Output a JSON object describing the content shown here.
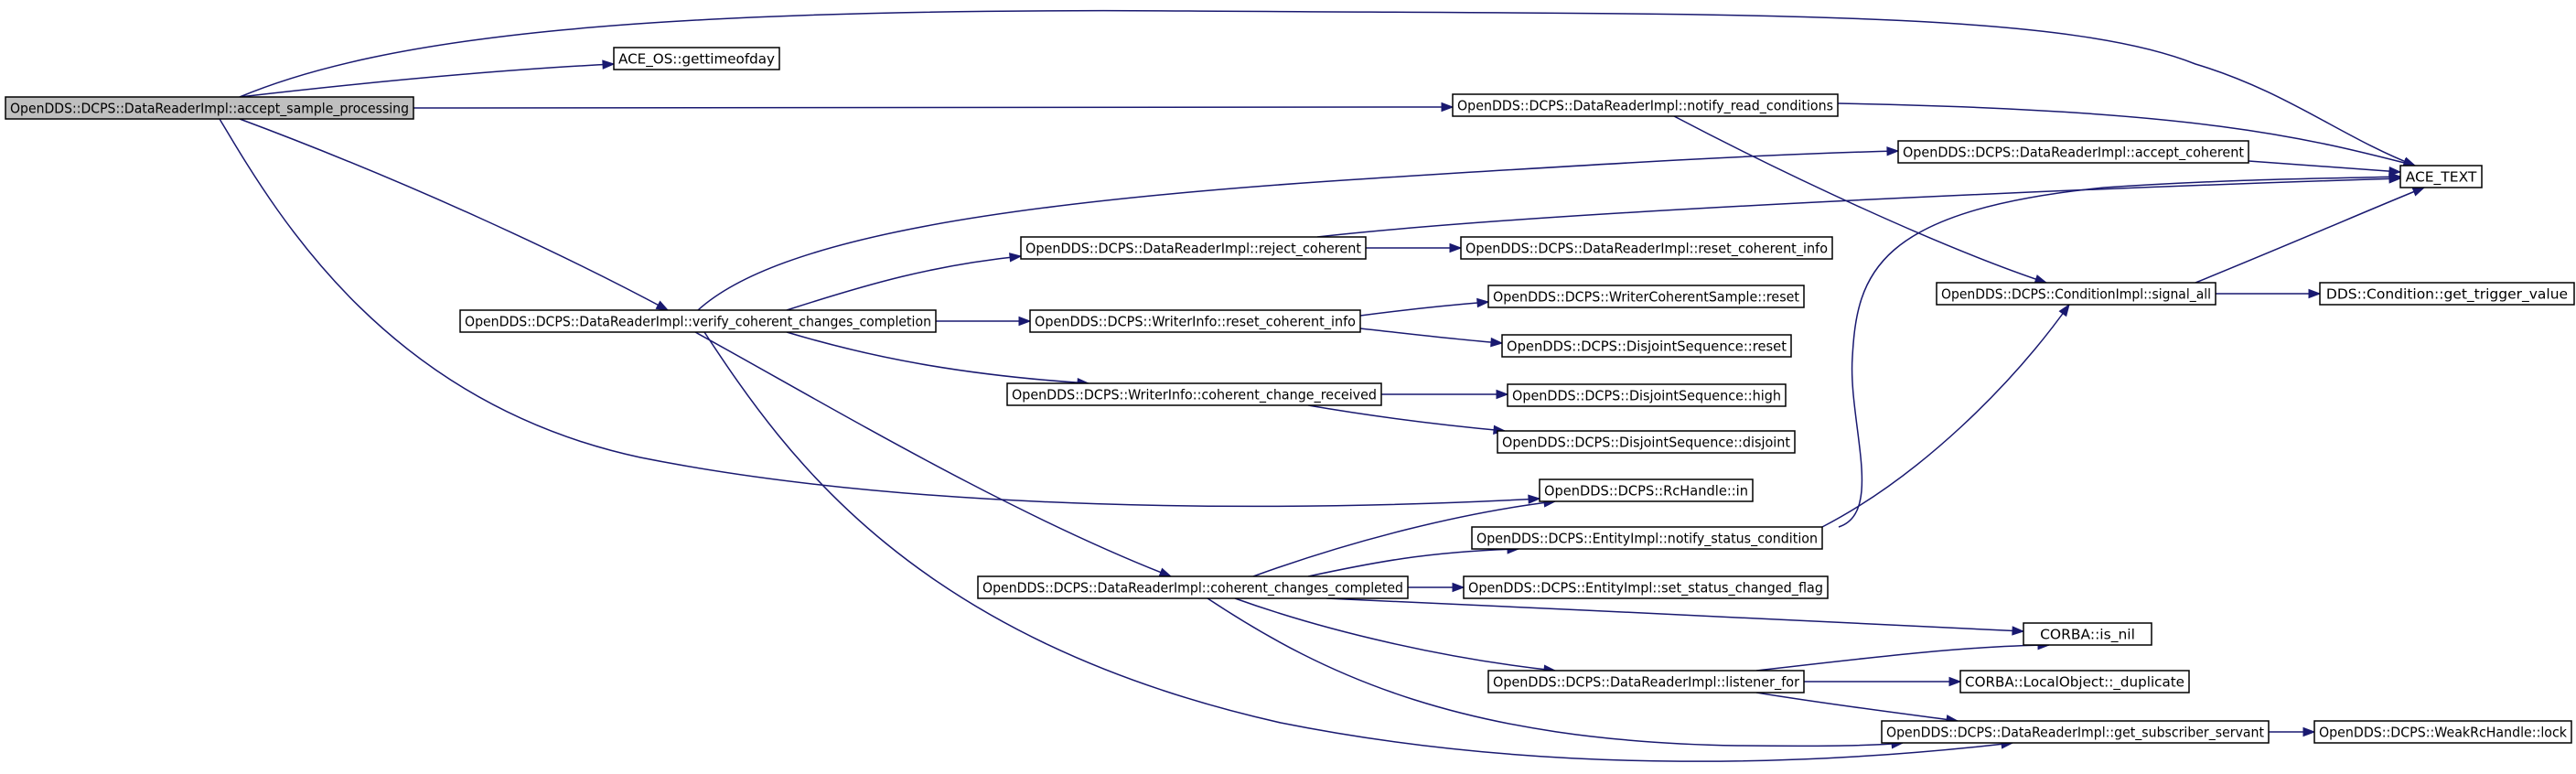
{
  "diagram": {
    "type": "call-graph",
    "edge_color": "#191970",
    "root_fill": "#bfbfbf",
    "nodes": [
      {
        "id": "accept_sample_processing",
        "label": "OpenDDS::DCPS::DataReaderImpl::accept_sample_processing",
        "root": true
      },
      {
        "id": "gettimeofday",
        "label": "ACE_OS::gettimeofday"
      },
      {
        "id": "notify_read_conditions",
        "label": "OpenDDS::DCPS::DataReaderImpl::notify_read_conditions"
      },
      {
        "id": "accept_coherent",
        "label": "OpenDDS::DCPS::DataReaderImpl::accept_coherent"
      },
      {
        "id": "ace_text",
        "label": "ACE_TEXT"
      },
      {
        "id": "reject_coherent",
        "label": "OpenDDS::DCPS::DataReaderImpl::reject_coherent"
      },
      {
        "id": "reset_coherent_info_dr",
        "label": "OpenDDS::DCPS::DataReaderImpl::reset_coherent_info"
      },
      {
        "id": "signal_all",
        "label": "OpenDDS::DCPS::ConditionImpl::signal_all"
      },
      {
        "id": "get_trigger_value",
        "label": "DDS::Condition::get_trigger_value"
      },
      {
        "id": "verify_coherent",
        "label": "OpenDDS::DCPS::DataReaderImpl::verify_coherent_changes_completion"
      },
      {
        "id": "reset_coherent_info_wi",
        "label": "OpenDDS::DCPS::WriterInfo::reset_coherent_info"
      },
      {
        "id": "wcs_reset",
        "label": "OpenDDS::DCPS::WriterCoherentSample::reset"
      },
      {
        "id": "ds_reset",
        "label": "OpenDDS::DCPS::DisjointSequence::reset"
      },
      {
        "id": "coherent_change_received",
        "label": "OpenDDS::DCPS::WriterInfo::coherent_change_received"
      },
      {
        "id": "ds_high",
        "label": "OpenDDS::DCPS::DisjointSequence::high"
      },
      {
        "id": "ds_disjoint",
        "label": "OpenDDS::DCPS::DisjointSequence::disjoint"
      },
      {
        "id": "rchandle_in",
        "label": "OpenDDS::DCPS::RcHandle::in"
      },
      {
        "id": "notify_status_condition",
        "label": "OpenDDS::DCPS::EntityImpl::notify_status_condition"
      },
      {
        "id": "coherent_changes_completed",
        "label": "OpenDDS::DCPS::DataReaderImpl::coherent_changes_completed"
      },
      {
        "id": "set_status_changed_flag",
        "label": "OpenDDS::DCPS::EntityImpl::set_status_changed_flag"
      },
      {
        "id": "is_nil",
        "label": "CORBA::is_nil"
      },
      {
        "id": "listener_for",
        "label": "OpenDDS::DCPS::DataReaderImpl::listener_for"
      },
      {
        "id": "duplicate",
        "label": "CORBA::LocalObject::_duplicate"
      },
      {
        "id": "get_subscriber_servant",
        "label": "OpenDDS::DCPS::DataReaderImpl::get_subscriber_servant"
      },
      {
        "id": "weak_lock",
        "label": "OpenDDS::DCPS::WeakRcHandle::lock"
      }
    ],
    "edges": [
      [
        "accept_sample_processing",
        "ace_text"
      ],
      [
        "accept_sample_processing",
        "gettimeofday"
      ],
      [
        "accept_sample_processing",
        "notify_read_conditions"
      ],
      [
        "accept_sample_processing",
        "verify_coherent"
      ],
      [
        "accept_sample_processing",
        "rchandle_in"
      ],
      [
        "notify_read_conditions",
        "ace_text"
      ],
      [
        "notify_read_conditions",
        "signal_all"
      ],
      [
        "accept_coherent",
        "ace_text"
      ],
      [
        "reject_coherent",
        "ace_text"
      ],
      [
        "reject_coherent",
        "reset_coherent_info_dr"
      ],
      [
        "signal_all",
        "ace_text"
      ],
      [
        "signal_all",
        "get_trigger_value"
      ],
      [
        "verify_coherent",
        "accept_coherent"
      ],
      [
        "verify_coherent",
        "reject_coherent"
      ],
      [
        "verify_coherent",
        "reset_coherent_info_wi"
      ],
      [
        "verify_coherent",
        "coherent_change_received"
      ],
      [
        "verify_coherent",
        "coherent_changes_completed"
      ],
      [
        "verify_coherent",
        "get_subscriber_servant"
      ],
      [
        "reset_coherent_info_wi",
        "wcs_reset"
      ],
      [
        "reset_coherent_info_wi",
        "ds_reset"
      ],
      [
        "coherent_change_received",
        "ds_high"
      ],
      [
        "coherent_change_received",
        "ds_disjoint"
      ],
      [
        "notify_status_condition",
        "ace_text"
      ],
      [
        "notify_status_condition",
        "signal_all"
      ],
      [
        "coherent_changes_completed",
        "rchandle_in"
      ],
      [
        "coherent_changes_completed",
        "notify_status_condition"
      ],
      [
        "coherent_changes_completed",
        "set_status_changed_flag"
      ],
      [
        "coherent_changes_completed",
        "is_nil"
      ],
      [
        "coherent_changes_completed",
        "listener_for"
      ],
      [
        "coherent_changes_completed",
        "get_subscriber_servant"
      ],
      [
        "listener_for",
        "is_nil"
      ],
      [
        "listener_for",
        "duplicate"
      ],
      [
        "listener_for",
        "get_subscriber_servant"
      ],
      [
        "get_subscriber_servant",
        "weak_lock"
      ]
    ]
  }
}
